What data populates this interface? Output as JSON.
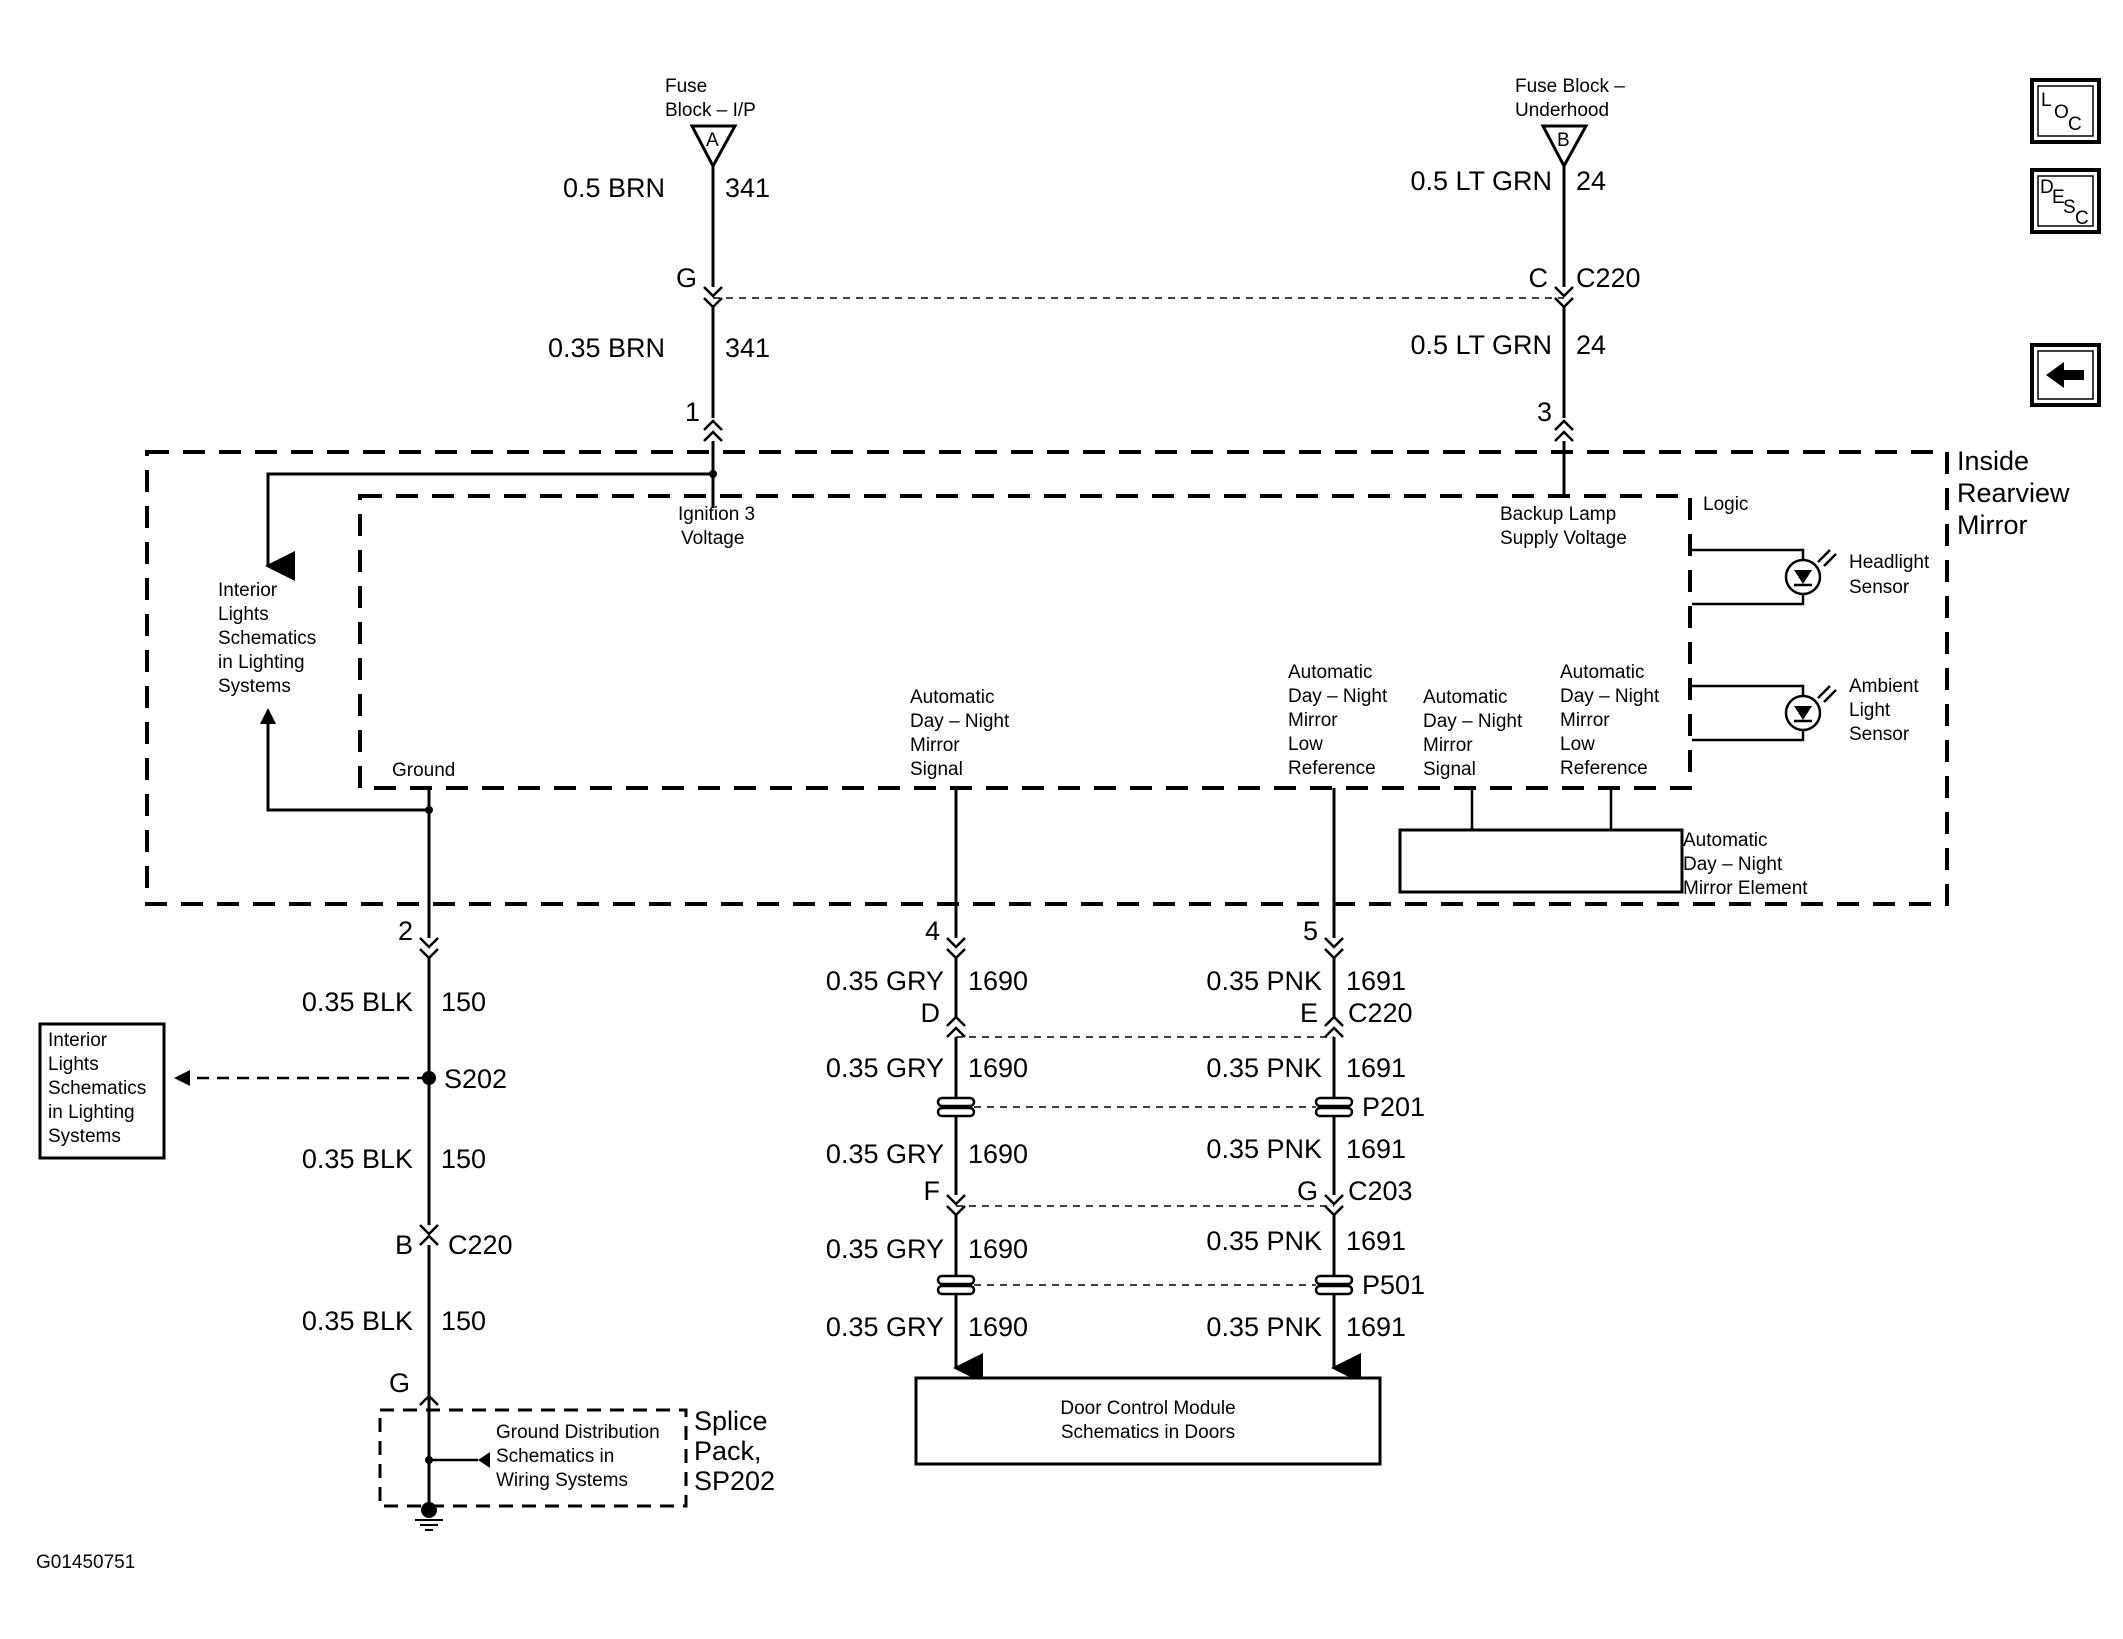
{
  "figure_id": "G01450751",
  "nav": {
    "loc": {
      "l": "L",
      "o": "O",
      "c": "C"
    },
    "desc": {
      "d": "D",
      "e": "E",
      "s": "S",
      "c": "C"
    }
  },
  "sources": {
    "fuse_a": {
      "line1": "Fuse",
      "line2": "Block – I/P",
      "letter": "A"
    },
    "fuse_b": {
      "line1": "Fuse Block –",
      "line2": "Underhood",
      "letter": "B"
    }
  },
  "wires": {
    "w341a": {
      "gauge": "0.5 BRN",
      "circuit": "341"
    },
    "w341b": {
      "gauge": "0.35 BRN",
      "circuit": "341"
    },
    "w24a": {
      "gauge": "0.5 LT GRN",
      "circuit": "24"
    },
    "w24b": {
      "gauge": "0.5 LT GRN",
      "circuit": "24"
    },
    "w150a": {
      "gauge": "0.35 BLK",
      "circuit": "150"
    },
    "w150b": {
      "gauge": "0.35 BLK",
      "circuit": "150"
    },
    "w150c": {
      "gauge": "0.35 BLK",
      "circuit": "150"
    },
    "w1690a": {
      "gauge": "0.35 GRY",
      "circuit": "1690"
    },
    "w1690b": {
      "gauge": "0.35 GRY",
      "circuit": "1690"
    },
    "w1690c": {
      "gauge": "0.35 GRY",
      "circuit": "1690"
    },
    "w1690d": {
      "gauge": "0.35 GRY",
      "circuit": "1690"
    },
    "w1690e": {
      "gauge": "0.35 GRY",
      "circuit": "1690"
    },
    "w1691a": {
      "gauge": "0.35 PNK",
      "circuit": "1691"
    },
    "w1691b": {
      "gauge": "0.35 PNK",
      "circuit": "1691"
    },
    "w1691c": {
      "gauge": "0.35 PNK",
      "circuit": "1691"
    },
    "w1691d": {
      "gauge": "0.35 PNK",
      "circuit": "1691"
    },
    "w1691e": {
      "gauge": "0.35 PNK",
      "circuit": "1691"
    }
  },
  "connectors": {
    "c220_top": {
      "left_pin": "G",
      "right_pin": "C",
      "name": "C220"
    },
    "pin_1": "1",
    "pin_3": "3",
    "pin_2": "2",
    "pin_4": "4",
    "pin_5": "5",
    "c220_mid": {
      "left_pin": "D",
      "right_pin": "E",
      "name": "C220"
    },
    "p201": "P201",
    "c203": {
      "left_pin": "F",
      "right_pin": "G",
      "name": "C203"
    },
    "p501": "P501",
    "c220_left": {
      "pin": "B",
      "name": "C220"
    },
    "g_pin": "G",
    "s202": "S202"
  },
  "mirror": {
    "title": [
      "Inside",
      "Rearview",
      "Mirror"
    ],
    "logic": "Logic",
    "ignition": [
      "Ignition 3",
      "Voltage"
    ],
    "backup": [
      "Backup Lamp",
      "Supply Voltage"
    ],
    "ground": "Ground",
    "signal_left": [
      "Automatic",
      "Day – Night",
      "Mirror",
      "Signal"
    ],
    "low_ref_left": [
      "Automatic",
      "Day – Night",
      "Mirror",
      "Low",
      "Reference"
    ],
    "signal_right": [
      "Automatic",
      "Day – Night",
      "Mirror",
      "Signal"
    ],
    "low_ref_right": [
      "Automatic",
      "Day – Night",
      "Mirror",
      "Low",
      "Reference"
    ],
    "headlight_sensor": [
      "Headlight",
      "Sensor"
    ],
    "ambient_sensor": [
      "Ambient",
      "Light",
      "Sensor"
    ],
    "element": [
      "Automatic",
      "Day – Night",
      "Mirror Element"
    ]
  },
  "references": {
    "interior_inner": [
      "Interior",
      "Lights",
      "Schematics",
      "in Lighting",
      "Systems"
    ],
    "interior_box": [
      "Interior",
      "Lights",
      "Schematics",
      "in Lighting",
      "Systems"
    ],
    "door_module": [
      "Door Control Module",
      "Schematics in Doors"
    ],
    "ground_dist": [
      "Ground Distribution",
      "Schematics in",
      "Wiring Systems"
    ],
    "splice_pack": [
      "Splice",
      "Pack,",
      "SP202"
    ]
  }
}
